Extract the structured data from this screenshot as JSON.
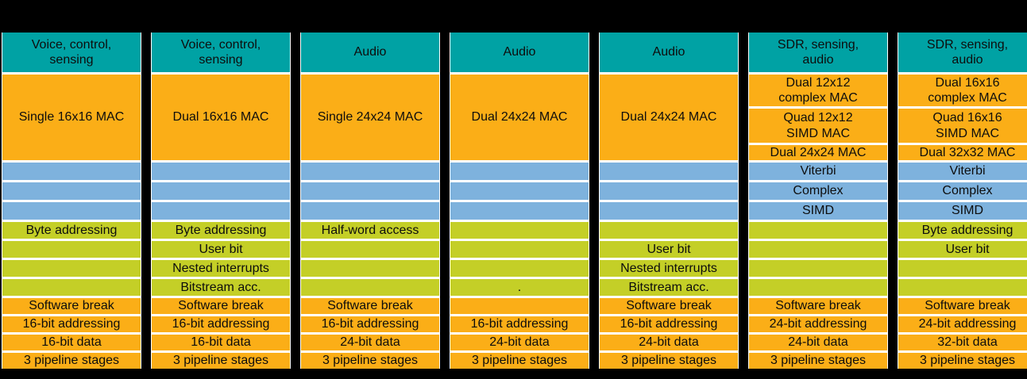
{
  "colors": {
    "background": "#000000",
    "header_teal": "#00A2A4",
    "mac_orange": "#FBAE17",
    "accel_blue": "#7EB2DD",
    "isa_green": "#C4CF27",
    "separator_white": "#FFFFFF",
    "text": "#0D0D0D"
  },
  "columns": [
    {
      "header": "Voice, control, sensing",
      "mac": [
        "Single 16x16 MAC"
      ],
      "blue": [
        "",
        "",
        ""
      ],
      "green": [
        "Byte addressing",
        "",
        "",
        ""
      ],
      "orange": [
        "Software break",
        "16-bit addressing",
        "16-bit data",
        "3 pipeline stages"
      ]
    },
    {
      "header": "Voice, control, sensing",
      "mac": [
        "Dual 16x16 MAC"
      ],
      "blue": [
        "",
        "",
        ""
      ],
      "green": [
        "Byte addressing",
        "User bit",
        "Nested interrupts",
        "Bitstream acc."
      ],
      "orange": [
        "Software break",
        "16-bit addressing",
        "16-bit data",
        "3 pipeline stages"
      ]
    },
    {
      "header": "Audio",
      "mac": [
        "Single 24x24 MAC"
      ],
      "blue": [
        "",
        "",
        ""
      ],
      "green": [
        "Half-word access",
        "",
        "",
        ""
      ],
      "orange": [
        "Software break",
        "16-bit addressing",
        "24-bit data",
        "3 pipeline stages"
      ]
    },
    {
      "header": "Audio",
      "mac": [
        "Dual 24x24 MAC"
      ],
      "blue": [
        "",
        "",
        ""
      ],
      "green": [
        "",
        "",
        "",
        "."
      ],
      "orange": [
        "",
        "16-bit addressing",
        "24-bit data",
        "3 pipeline stages"
      ]
    },
    {
      "header": "Audio",
      "mac": [
        "Dual 24x24 MAC"
      ],
      "blue": [
        "",
        "",
        ""
      ],
      "green": [
        "",
        "User bit",
        "Nested interrupts",
        "Bitstream acc."
      ],
      "orange": [
        "Software break",
        "16-bit addressing",
        "24-bit data",
        "3 pipeline stages"
      ]
    },
    {
      "header": "SDR, sensing, audio",
      "mac": [
        "Dual 12x12 complex MAC",
        "Quad 12x12 SIMD MAC",
        "Dual 24x24 MAC"
      ],
      "blue": [
        "Viterbi",
        "Complex",
        "SIMD"
      ],
      "green": [
        "",
        "",
        "",
        ""
      ],
      "orange": [
        "Software break",
        "24-bit addressing",
        "24-bit data",
        "3 pipeline stages"
      ]
    },
    {
      "header": "SDR, sensing, audio",
      "mac": [
        "Dual 16x16 complex MAC",
        "Quad 16x16 SIMD MAC",
        "Dual 32x32 MAC"
      ],
      "blue": [
        "Viterbi",
        "Complex",
        "SIMD"
      ],
      "green": [
        "Byte addressing",
        "User bit",
        "",
        ""
      ],
      "orange": [
        "Software break",
        "24-bit addressing",
        "32-bit data",
        "3 pipeline stages"
      ]
    }
  ]
}
